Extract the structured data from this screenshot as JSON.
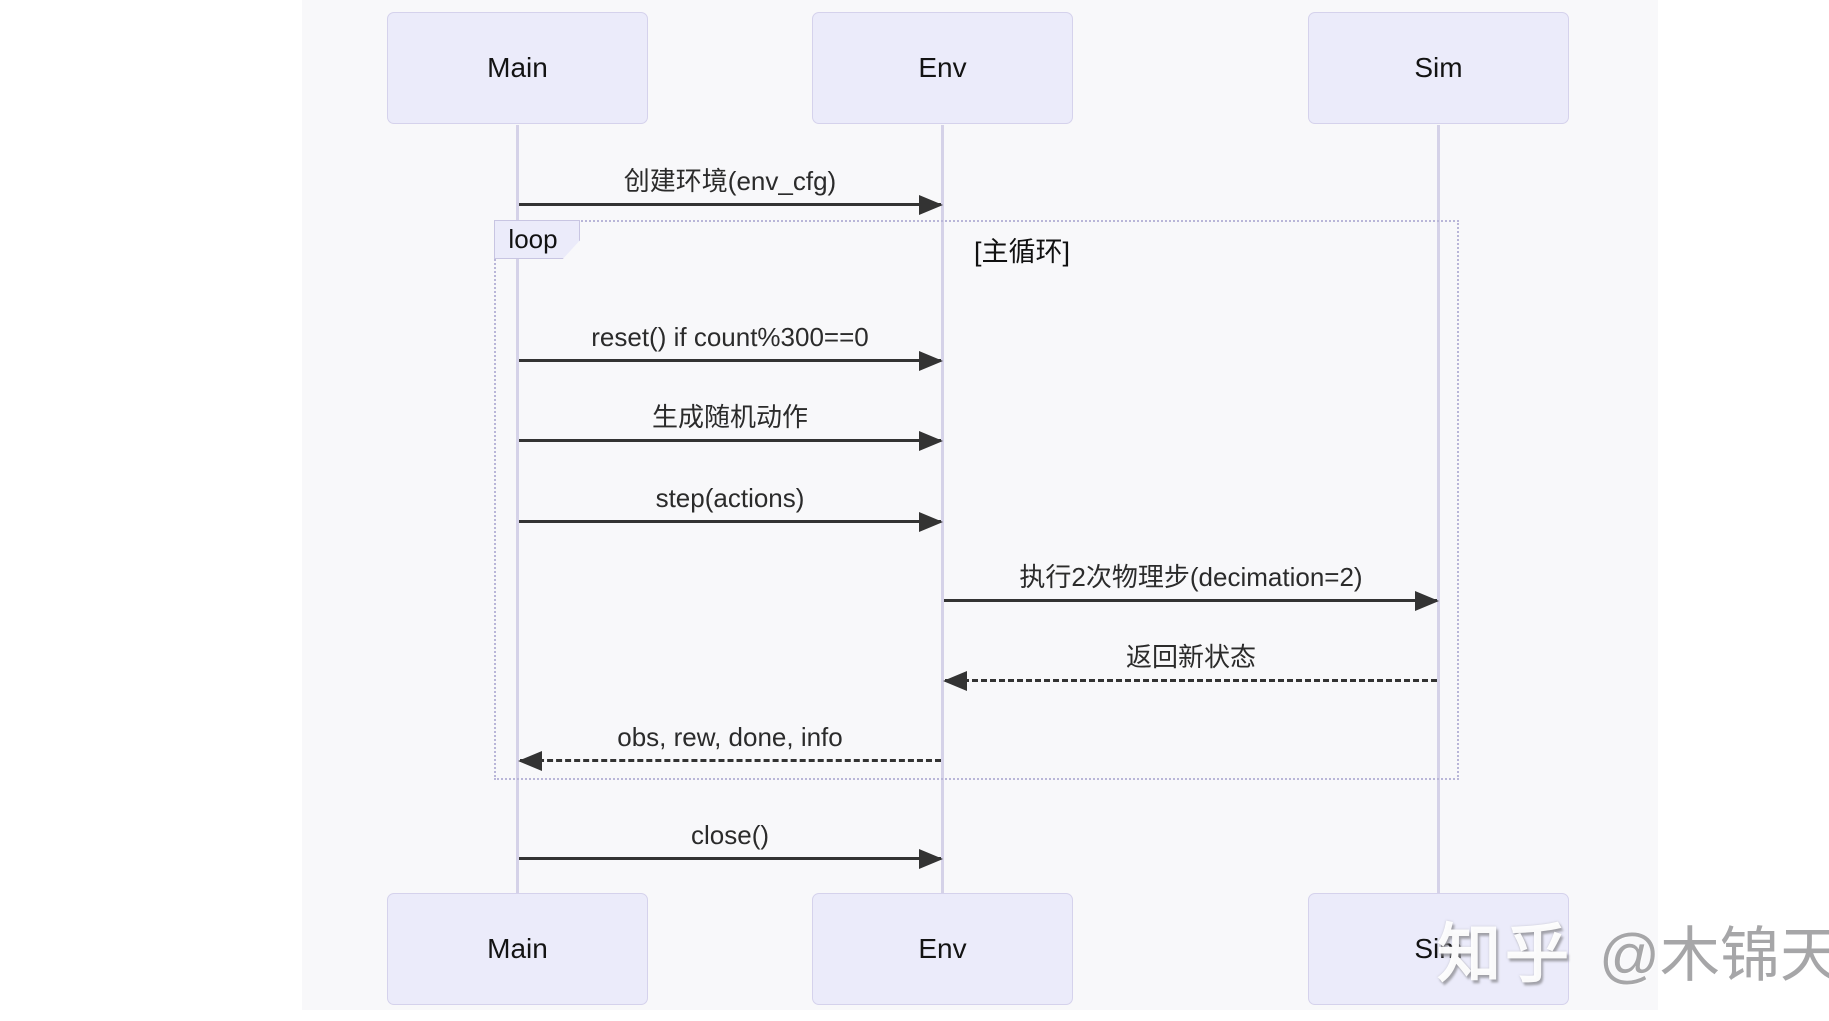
{
  "diagram": {
    "type": "sequence",
    "participants": [
      {
        "name": "Main"
      },
      {
        "name": "Env"
      },
      {
        "name": "Sim"
      }
    ],
    "loop": {
      "label": "loop",
      "condition": "[主循环]"
    },
    "messages": [
      {
        "text": "创建环境(env_cfg)",
        "from": "Main",
        "to": "Env",
        "line": "solid"
      },
      {
        "text": "reset() if count%300==0",
        "from": "Main",
        "to": "Env",
        "line": "solid"
      },
      {
        "text": "生成随机动作",
        "from": "Main",
        "to": "Env",
        "line": "solid"
      },
      {
        "text": "step(actions)",
        "from": "Main",
        "to": "Env",
        "line": "solid"
      },
      {
        "text": "执行2次物理步(decimation=2)",
        "from": "Env",
        "to": "Sim",
        "line": "solid"
      },
      {
        "text": "返回新状态",
        "from": "Sim",
        "to": "Env",
        "line": "dashed"
      },
      {
        "text": "obs, rew, done, info",
        "from": "Env",
        "to": "Main",
        "line": "dashed"
      },
      {
        "text": "close()",
        "from": "Main",
        "to": "Env",
        "line": "solid"
      }
    ]
  },
  "watermark": {
    "brand": "知乎",
    "author": "@木锦天"
  },
  "colors": {
    "canvas": "#f8f8fa",
    "actor_fill": "#ebebfa",
    "actor_border": "#d5d2ec",
    "lifeline": "#d5d2e8",
    "loop_border": "#b9b6d8",
    "arrow": "#333333"
  }
}
